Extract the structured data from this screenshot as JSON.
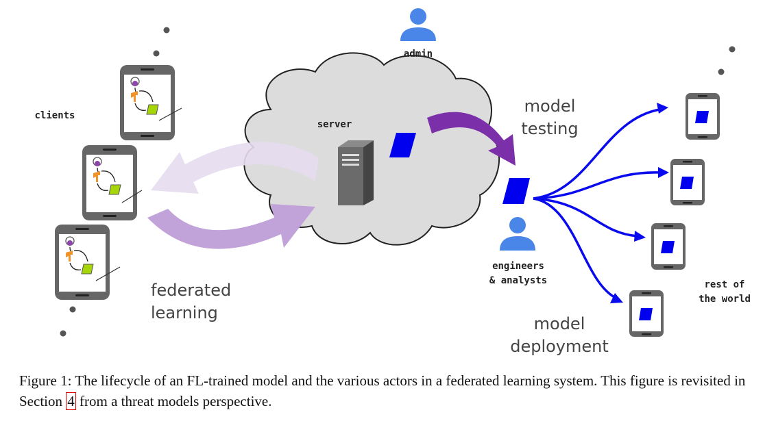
{
  "labels": {
    "admin": "admin",
    "clients": "clients",
    "server": "server",
    "model_testing_1": "model",
    "model_testing_2": "testing",
    "engineers_1": "engineers",
    "engineers_2": "& analysts",
    "federated_1": "federated",
    "federated_2": "learning",
    "rest_1": "rest of",
    "rest_2": "the world",
    "deploy_1": "model",
    "deploy_2": "deployment"
  },
  "caption": {
    "before": "Figure 1: The lifecycle of an FL-trained model and the various actors in a federated learning system. This figure is revisited in Section ",
    "ref": "4",
    "after": " from a threat models perspective."
  },
  "colors": {
    "cloud": "#dcdcdc",
    "person": "#4a86e8",
    "model": "#0000ee",
    "testing_arrow": "#7b2fa8",
    "fl_arrow_light": "#e6dcef",
    "fl_arrow": "#c2a3d9",
    "deploy_arrow": "#0a0aee"
  }
}
